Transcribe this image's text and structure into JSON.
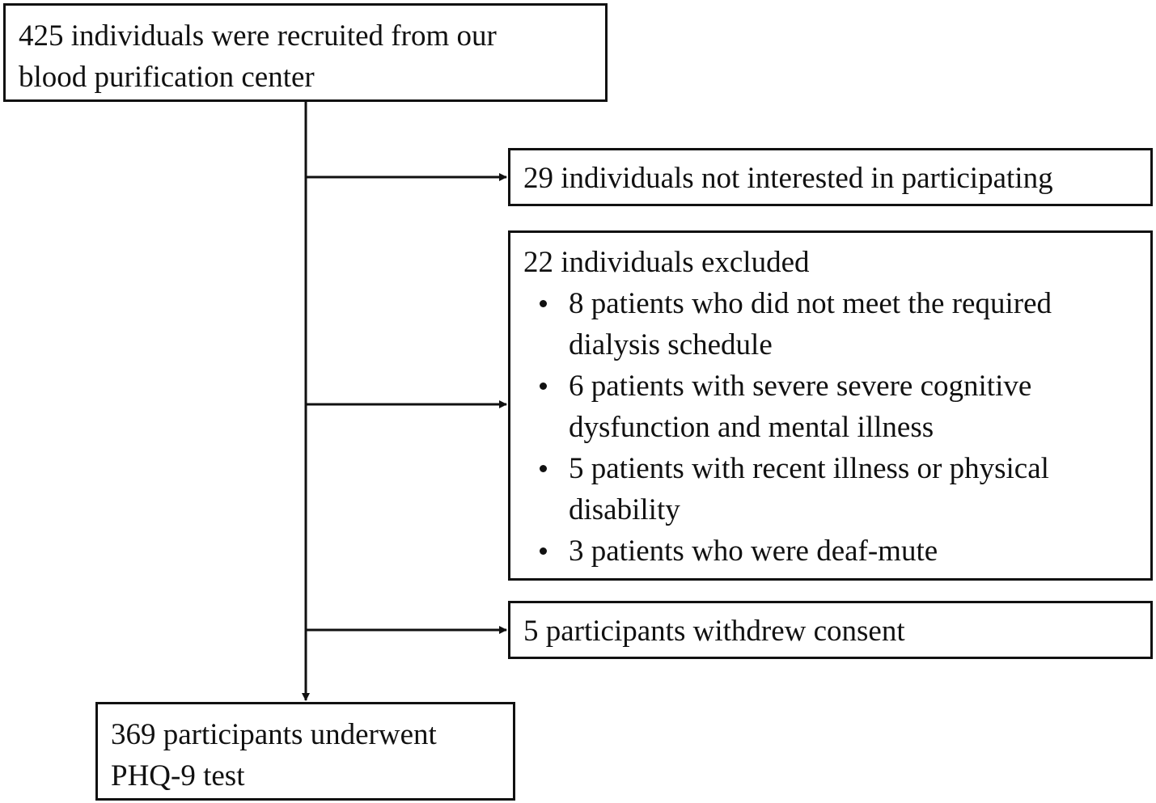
{
  "flowchart": {
    "recruited": {
      "lines": [
        "425 individuals were recruited from our",
        "blood purification center"
      ]
    },
    "not_interested": {
      "text": "29 individuals not interested in participating"
    },
    "excluded": {
      "title": "22 individuals excluded",
      "items": [
        {
          "text": "8 patients who did not meet the required dialysis schedule"
        },
        {
          "text": "6 patients with severe severe cognitive dysfunction and mental illness"
        },
        {
          "text": "5 patients with recent illness or physical disability"
        },
        {
          "text": "3 patients who were deaf-mute"
        }
      ]
    },
    "withdrew": {
      "text": "5 participants withdrew consent"
    },
    "final": {
      "lines": [
        "369 participants underwent",
        "PHQ-9 test"
      ]
    }
  },
  "colors": {
    "stroke": "#111111",
    "background": "#ffffff"
  }
}
